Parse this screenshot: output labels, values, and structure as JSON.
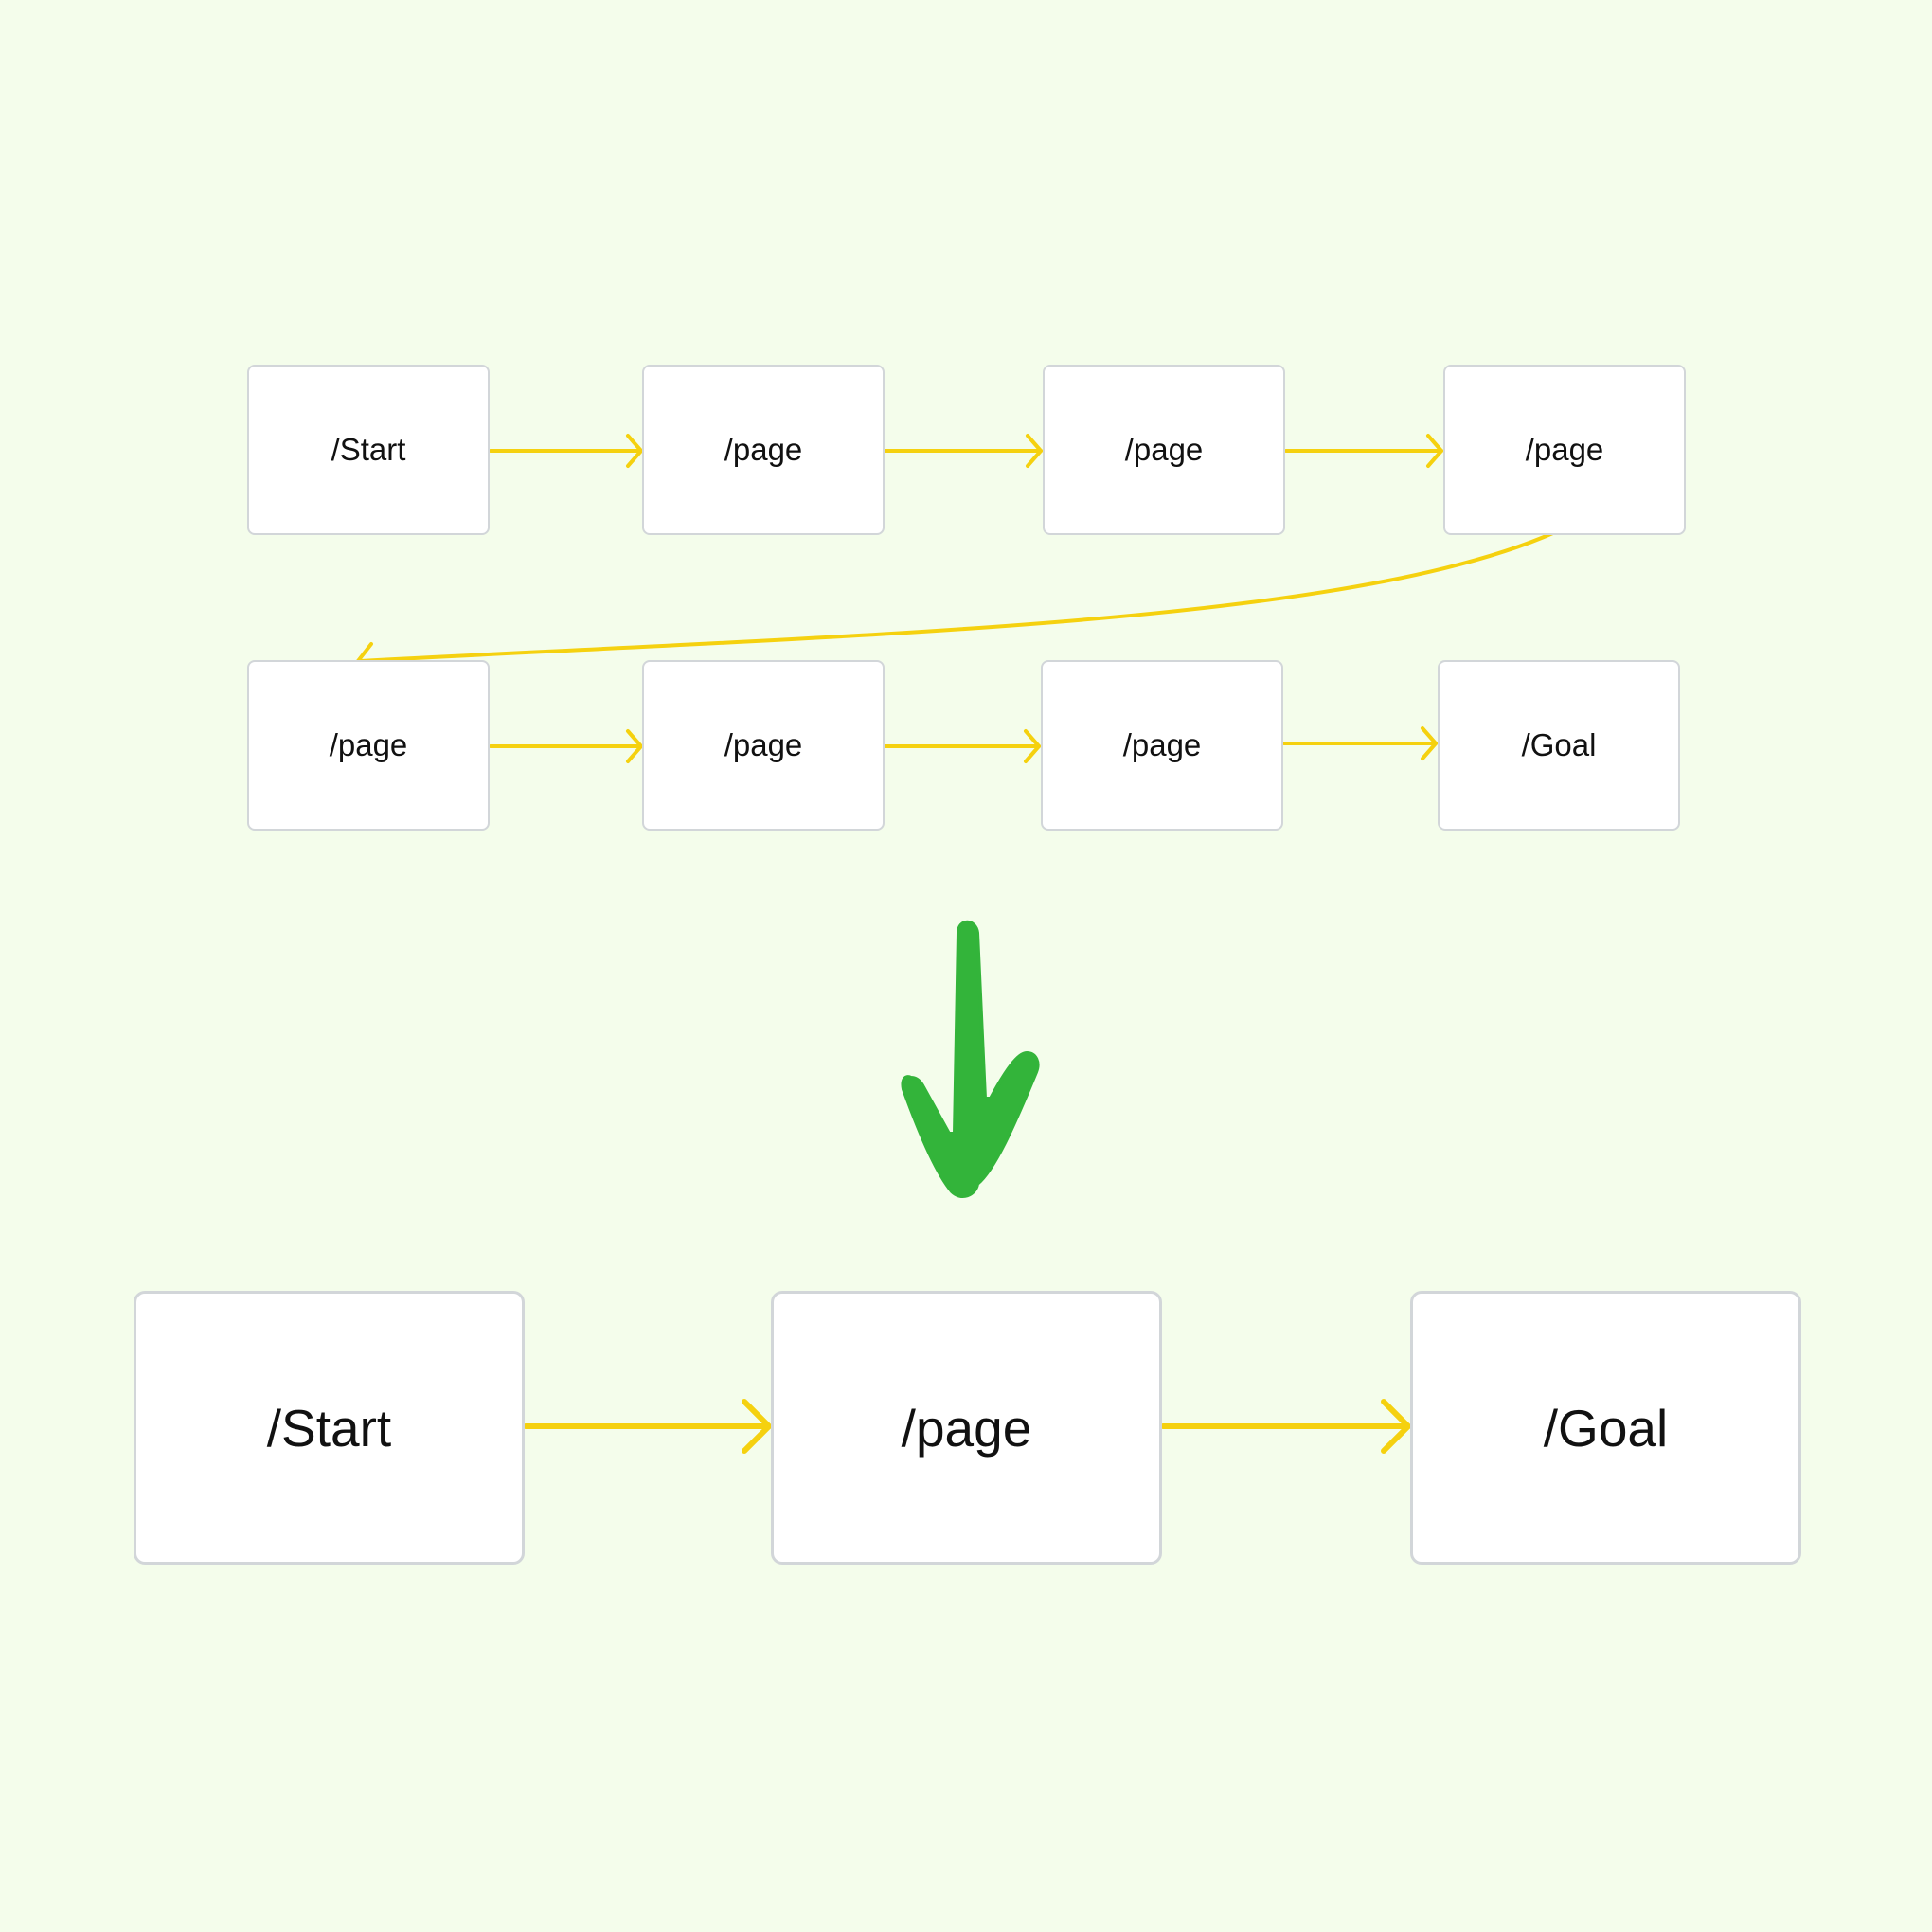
{
  "diagram": {
    "colors": {
      "background": "#f4fdeb",
      "connector": "#f5d10f",
      "transform_arrow": "#33b43a",
      "node_border": "#d2d6d9",
      "node_fill": "#ffffff",
      "text": "#111111"
    },
    "long_path": {
      "row1": [
        "/Start",
        "/page",
        "/page",
        "/page"
      ],
      "row2": [
        "/page",
        "/page",
        "/page",
        "/Goal"
      ]
    },
    "short_path": [
      "/Start",
      "/page",
      "/Goal"
    ]
  }
}
